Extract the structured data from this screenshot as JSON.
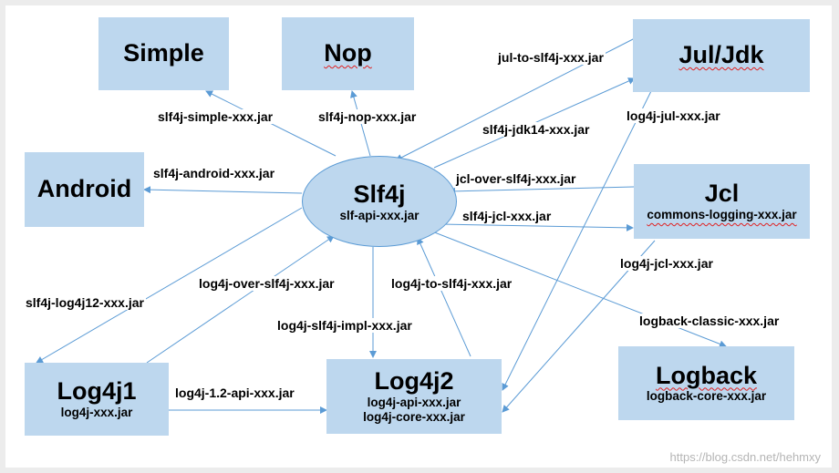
{
  "nodes": {
    "simple": {
      "title": "Simple"
    },
    "nop": {
      "title": "Nop"
    },
    "juljdk": {
      "title": "Jul/Jdk"
    },
    "android": {
      "title": "Android"
    },
    "slf4j": {
      "title": "Slf4j",
      "sub": "slf-api-xxx.jar"
    },
    "jcl": {
      "title": "Jcl",
      "sub": "commons-logging-xxx.jar"
    },
    "log4j1": {
      "title": "Log4j1",
      "sub": "log4j-xxx.jar"
    },
    "log4j2": {
      "title": "Log4j2",
      "sub1": "log4j-api-xxx.jar",
      "sub2": "log4j-core-xxx.jar"
    },
    "logback": {
      "title": "Logback",
      "sub": "logback-core-xxx.jar"
    }
  },
  "edges": {
    "slf4j_simple": "slf4j-simple-xxx.jar",
    "slf4j_nop": "slf4j-nop-xxx.jar",
    "jul_to_slf4j": "jul-to-slf4j-xxx.jar",
    "slf4j_jdk14": "slf4j-jdk14-xxx.jar",
    "log4j_jul": "log4j-jul-xxx.jar",
    "slf4j_android": "slf4j-android-xxx.jar",
    "jcl_over_slf4j": "jcl-over-slf4j-xxx.jar",
    "slf4j_jcl": "slf4j-jcl-xxx.jar",
    "log4j_jcl": "log4j-jcl-xxx.jar",
    "slf4j_log4j12": "slf4j-log4j12-xxx.jar",
    "log4j_over_slf4j": "log4j-over-slf4j-xxx.jar",
    "log4j_to_slf4j": "log4j-to-slf4j-xxx.jar",
    "log4j_slf4j_impl": "log4j-slf4j-impl-xxx.jar",
    "logback_classic": "logback-classic-xxx.jar",
    "log4j_12_api": "log4j-1.2-api-xxx.jar"
  },
  "colors": {
    "box_fill": "#bdd7ee",
    "arrow": "#5b9bd5"
  },
  "watermark": "https://blog.csdn.net/hehmxy"
}
